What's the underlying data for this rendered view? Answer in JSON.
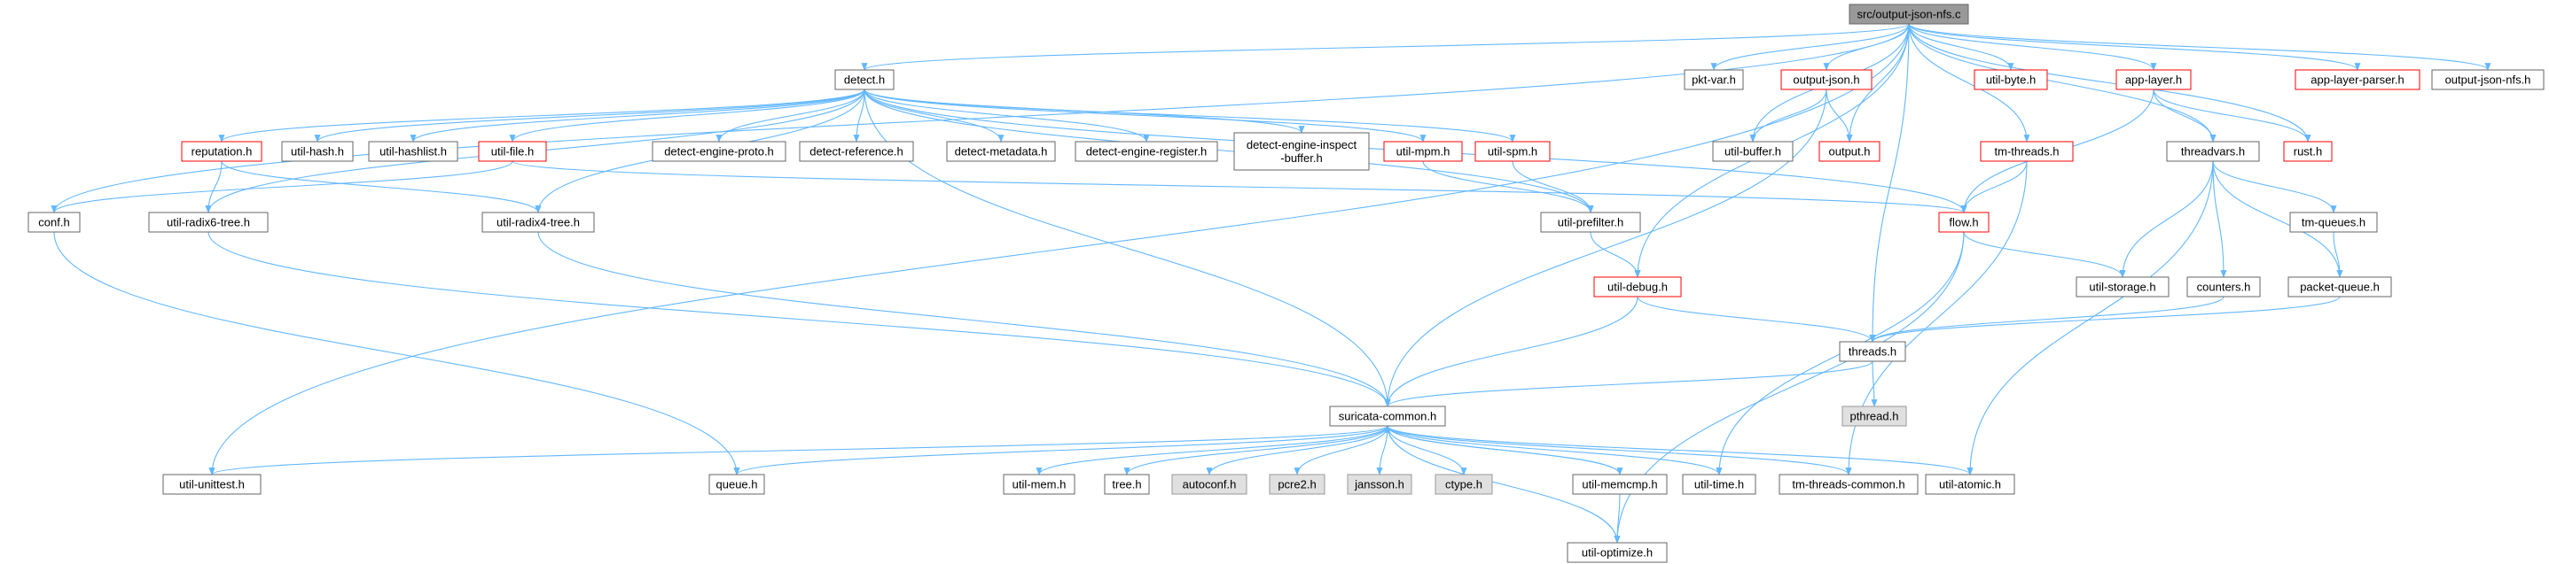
{
  "title": "src/output-json-nfs.c",
  "colors": {
    "edge": "#63b8ff",
    "root_fill": "#999999",
    "root_stroke": "#666666",
    "plain_stroke": "#666666",
    "truncated_stroke": "#ff0000",
    "system_fill": "#e0e0e0",
    "system_stroke": "#999999",
    "text": "#000000"
  },
  "nodes": {
    "root": "src/output-json-nfs.c",
    "detect": "detect.h",
    "pktvar": "pkt-var.h",
    "outputjson": "output-json.h",
    "utilbyte": "util-byte.h",
    "applayer": "app-layer.h",
    "applayerparser": "app-layer-parser.h",
    "outputjsonnfs": "output-json-nfs.h",
    "reputation": "reputation.h",
    "utilhash": "util-hash.h",
    "utilhashlist": "util-hashlist.h",
    "utilfile": "util-file.h",
    "detengproto": "detect-engine-proto.h",
    "detref": "detect-reference.h",
    "detmeta": "detect-metadata.h",
    "detengreg": "detect-engine-register.h",
    "detenginspect": "detect-engine-inspect\n-buffer.h",
    "utilmpm": "util-mpm.h",
    "utilspm": "util-spm.h",
    "utilbuffer": "util-buffer.h",
    "outputh": "output.h",
    "tmthreads": "tm-threads.h",
    "threadvars": "threadvars.h",
    "rust": "rust.h",
    "conf": "conf.h",
    "radix6": "util-radix6-tree.h",
    "radix4": "util-radix4-tree.h",
    "prefilter": "util-prefilter.h",
    "flow": "flow.h",
    "tmqueues": "tm-queues.h",
    "utildebug": "util-debug.h",
    "utilstorage": "util-storage.h",
    "counters": "counters.h",
    "packetqueue": "packet-queue.h",
    "threads": "threads.h",
    "pthread": "pthread.h",
    "common": "suricata-common.h",
    "unittest": "util-unittest.h",
    "queue": "queue.h",
    "utilmem": "util-mem.h",
    "tree": "tree.h",
    "autoconf": "autoconf.h",
    "pcre2": "pcre2.h",
    "jansson": "jansson.h",
    "ctype": "ctype.h",
    "memcmp": "util-memcmp.h",
    "utiltime": "util-time.h",
    "tmcommon": "tm-threads-common.h",
    "atomic": "util-atomic.h",
    "optimize": "util-optimize.h"
  }
}
